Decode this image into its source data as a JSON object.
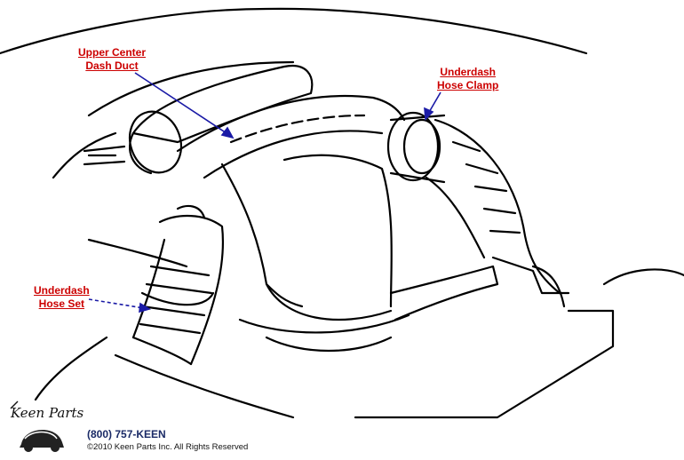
{
  "callouts": {
    "upper_center_dash_duct": {
      "line1": "Upper Center",
      "line2": "Dash Duct"
    },
    "underdash_hose_clamp": {
      "line1": "Underdash",
      "line2": "Hose Clamp"
    },
    "underdash_hose_set": {
      "line1": "Underdash",
      "line2": "Hose Set"
    }
  },
  "logo": {
    "text": "Keen Parts"
  },
  "footer": {
    "phone": "(800) 757-KEEN",
    "copyright": "©2010 Keen Parts Inc. All Rights Reserved"
  },
  "colors": {
    "label_text": "#cc0000",
    "leader_line": "#1a1aa6",
    "line_art": "#000000"
  }
}
